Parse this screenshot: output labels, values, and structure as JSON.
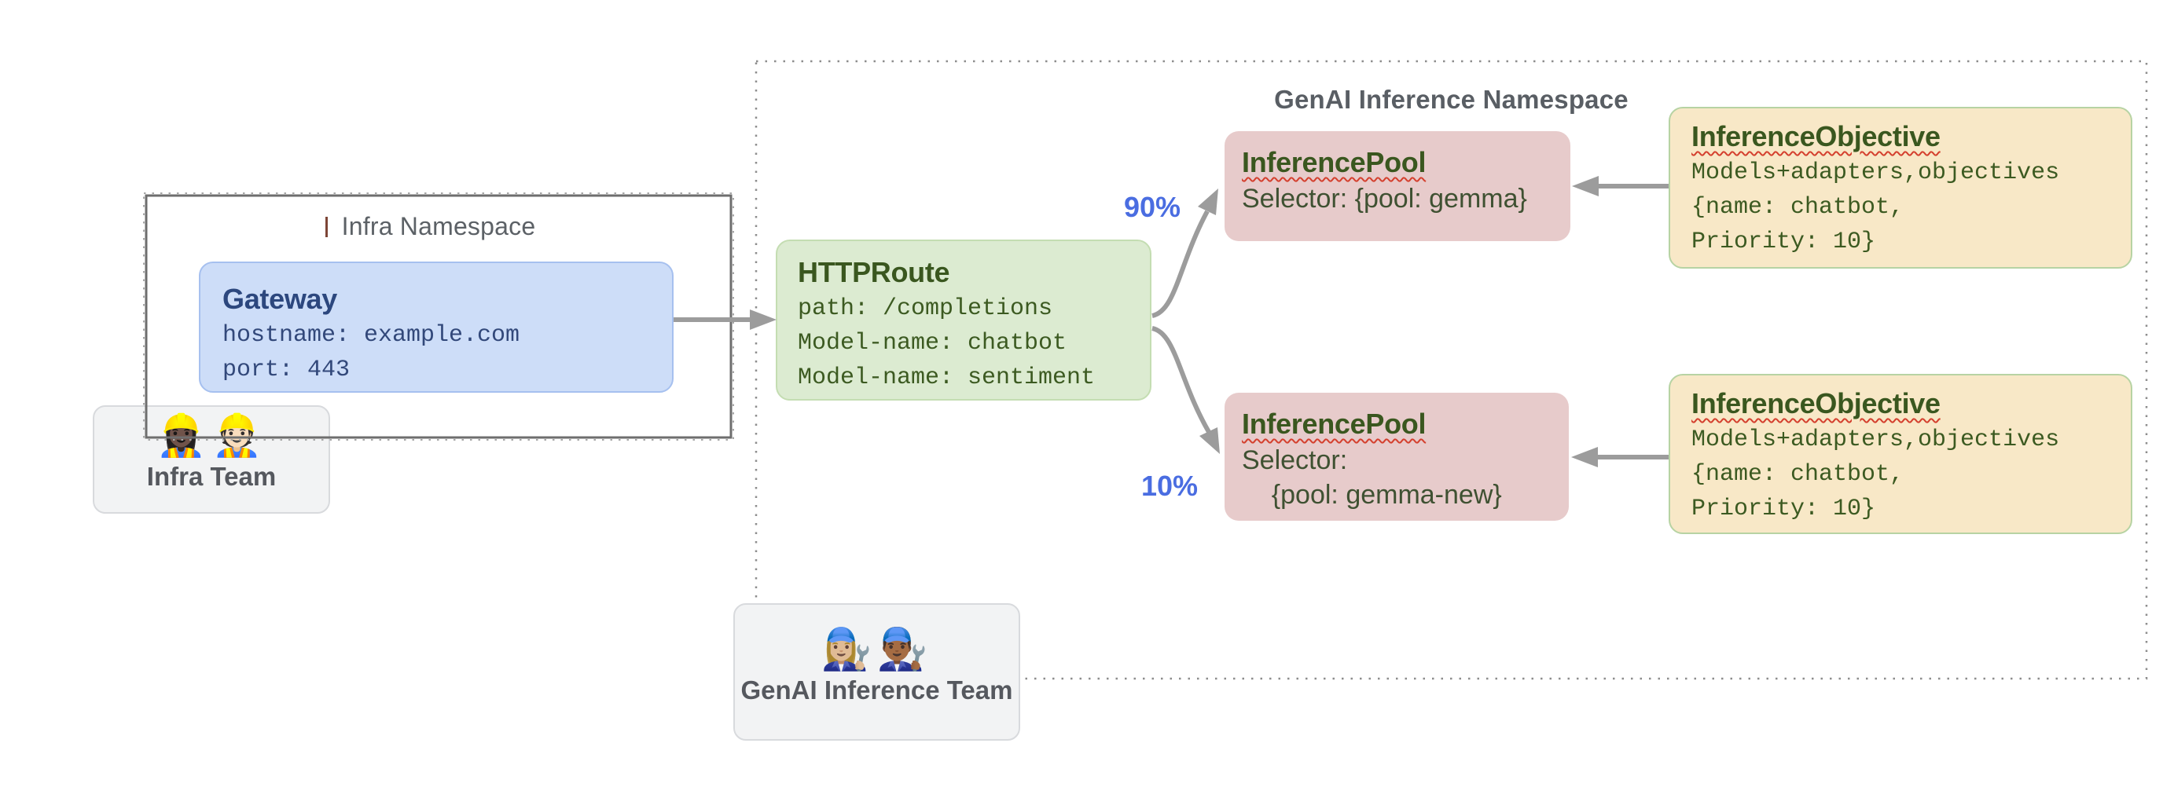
{
  "diagram": {
    "infra_namespace": {
      "title": "Infra Namespace"
    },
    "gateway": {
      "title": "Gateway",
      "lines": [
        "hostname: example.com",
        "port: 443"
      ]
    },
    "infra_team": {
      "emojis": "👷🏿‍♀️👷🏻",
      "label": "Infra Team"
    },
    "genai_namespace": {
      "title": "GenAI Inference Namespace"
    },
    "httproute": {
      "title": "HTTPRoute",
      "lines": [
        "path: /completions",
        "Model-name: chatbot",
        "Model-name: sentiment"
      ]
    },
    "weight_top": "90%",
    "weight_bottom": "10%",
    "pool_top": {
      "title": "InferencePool",
      "lines": [
        "Selector: {pool: gemma}"
      ]
    },
    "pool_bottom": {
      "title": "InferencePool",
      "lines": [
        "Selector:",
        "    {pool: gemma-new}"
      ]
    },
    "objective_top": {
      "title": "InferenceObjective",
      "lines": [
        "Models+adapters,objectives",
        "{name: chatbot,",
        "Priority: 10}"
      ]
    },
    "objective_bottom": {
      "title": "InferenceObjective",
      "lines": [
        "Models+adapters,objectives",
        "{name: chatbot,",
        "Priority: 10}"
      ]
    },
    "genai_team": {
      "emojis": "👩🏼‍🔧👨🏾‍🔧",
      "label": "GenAI Inference Team"
    },
    "colors": {
      "gateway_fill": "#cdddf8",
      "gateway_border": "#a6c0ef",
      "gateway_text": "#32487a",
      "httproute_fill": "#dcebd1",
      "httproute_border": "#c4ddb2",
      "pool_fill": "#e7cbcb",
      "objective_fill": "#f8e8c7",
      "objective_border": "#b7d3a3",
      "green_text": "#3c5a21",
      "team_fill": "#f2f3f4",
      "namespace_text": "#5c6166",
      "arrow_gray": "#9c9c9c",
      "weight_blue": "#4a6de1",
      "squiggle_red": "#d4402e"
    }
  }
}
